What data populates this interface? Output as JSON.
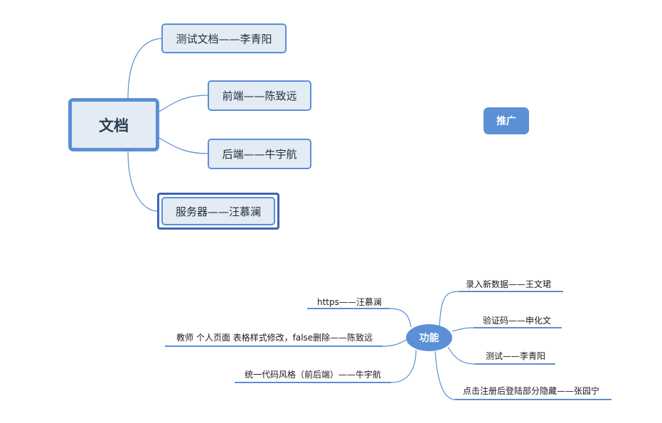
{
  "root": {
    "label": "文档"
  },
  "root_children": [
    {
      "label": "测试文档——李青阳"
    },
    {
      "label": "前端——陈致远"
    },
    {
      "label": "后端——牛宇航"
    },
    {
      "label": "服务器——汪慕澜"
    }
  ],
  "promotion": {
    "label": "推广"
  },
  "feature": {
    "label": "功能",
    "right_leaves": [
      {
        "label": "录入新数据——王文珺"
      },
      {
        "label": "验证码——申化文"
      },
      {
        "label": "测试——李青阳"
      },
      {
        "label": "点击注册后登陆部分隐藏——张园宁"
      }
    ],
    "left_leaves": [
      {
        "label": "https——汪慕澜"
      },
      {
        "label": "教师 个人页面 表格样式修改，false删除——陈致远"
      },
      {
        "label": "统一代码风格（前后端）——牛宇航"
      }
    ]
  },
  "colors": {
    "node_fill": "#e3ebf5",
    "node_border": "#5b8fd6",
    "selected_border": "#3f63b0",
    "accent": "#5b8fd6",
    "line": "#5b8fd6"
  }
}
